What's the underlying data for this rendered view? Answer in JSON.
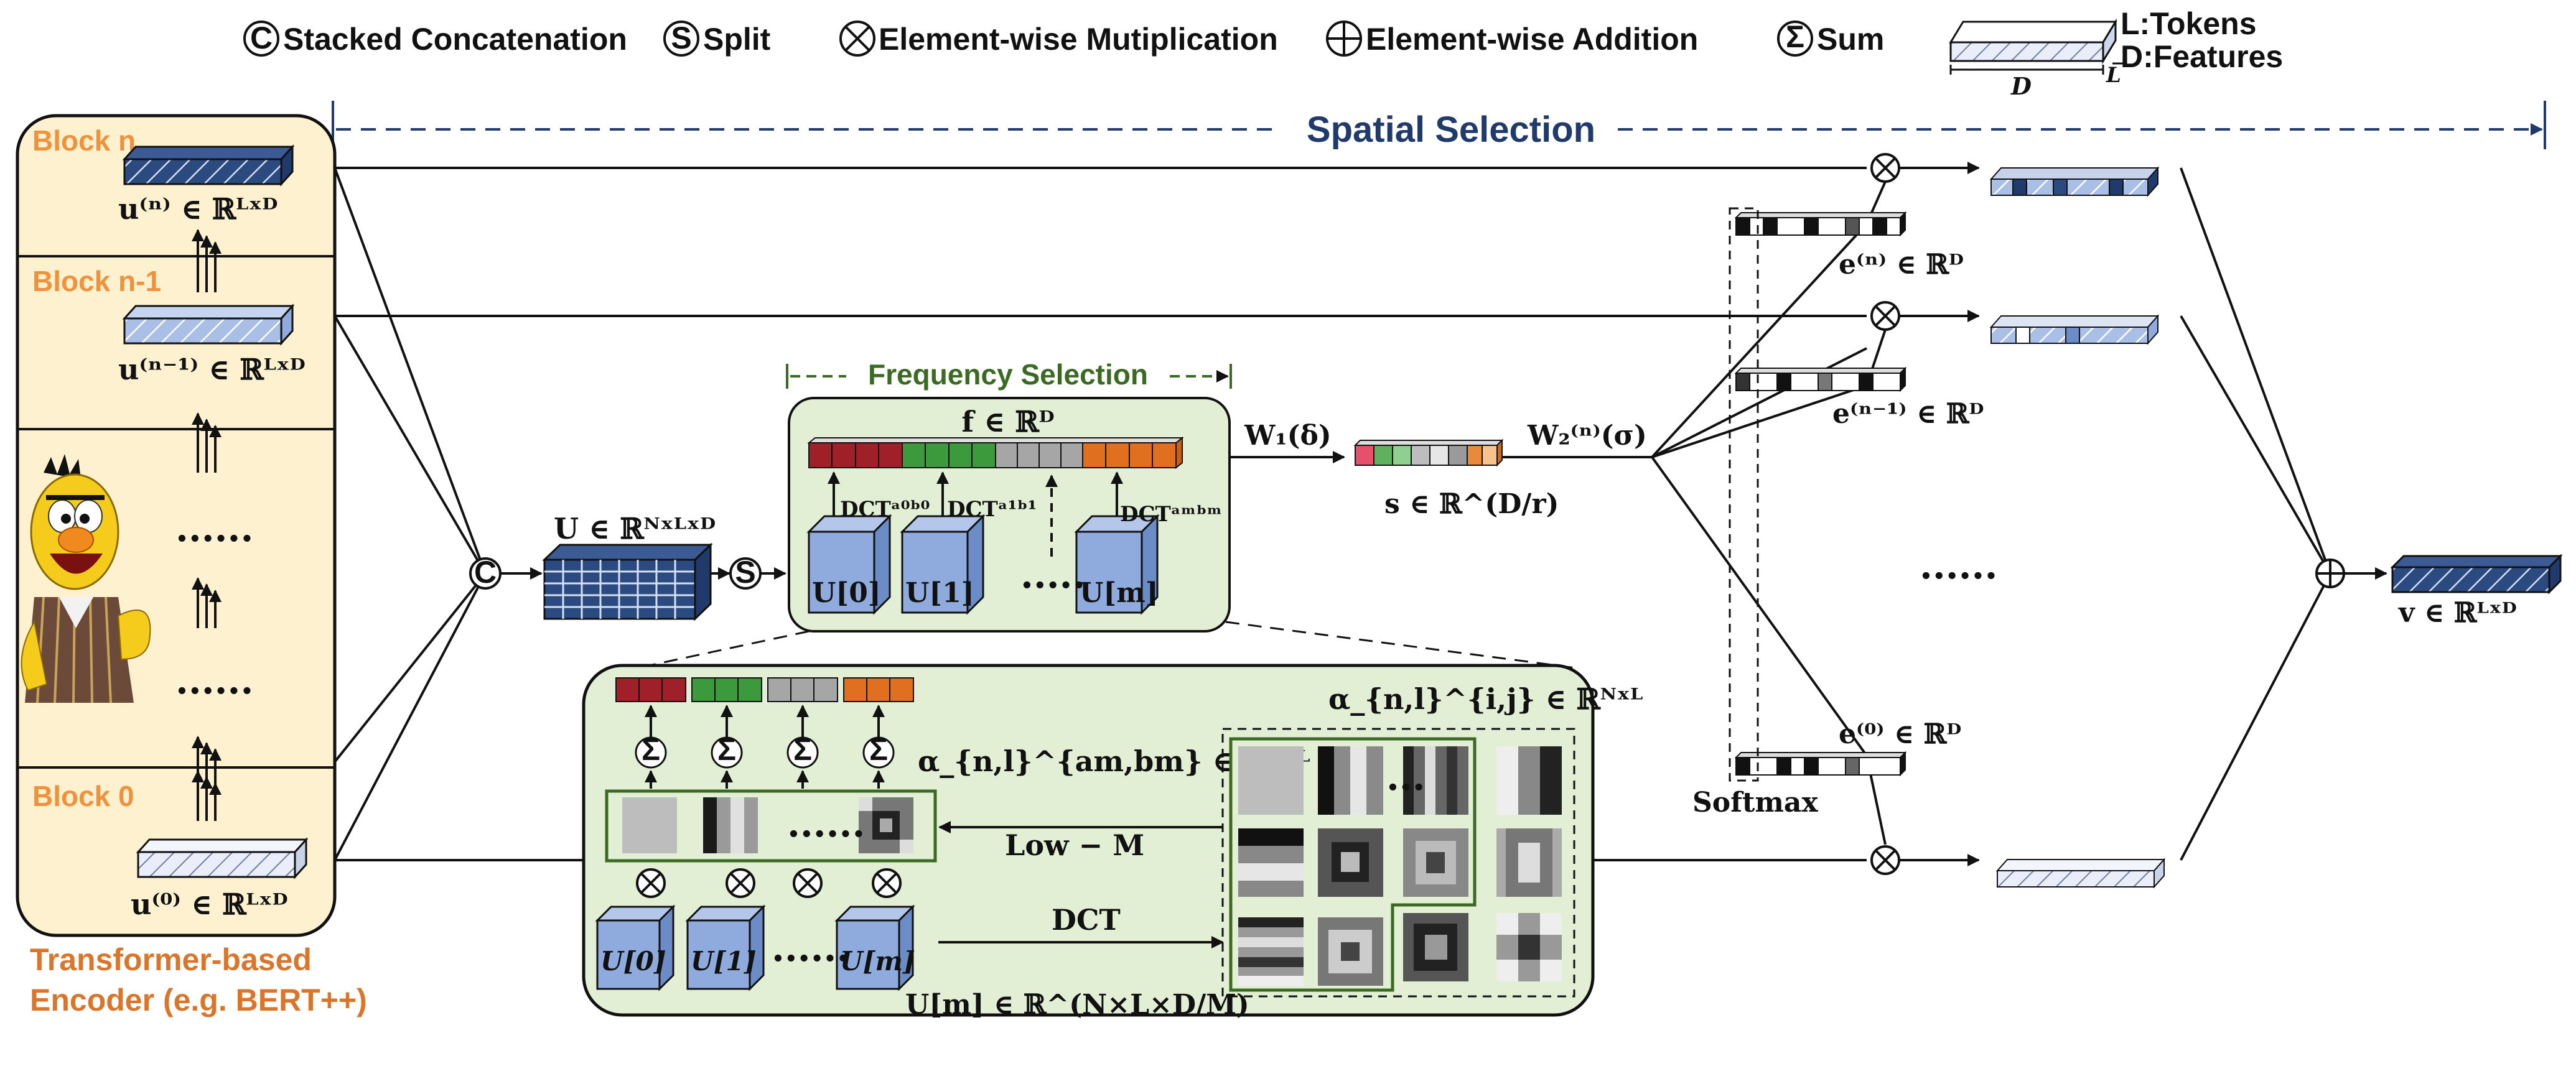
{
  "legend": {
    "concat_sym": "C",
    "concat": "Stacked Concatenation",
    "split_sym": "S",
    "split": "Split",
    "mul": "Element-wise Mutiplication",
    "add": "Element-wise Addition",
    "sum_sym": "Σ",
    "sum": "Sum",
    "tokens": "L:Tokens",
    "features": "D:Features",
    "dim_d": "D",
    "dim_l": "L"
  },
  "encoder": {
    "block_n": "Block n",
    "block_n1": "Block n-1",
    "block_0": "Block 0",
    "u_n": "u⁽ⁿ⁾ ∈ ℝᴸˣᴰ",
    "u_n1": "u⁽ⁿ⁻¹⁾ ∈ ℝᴸˣᴰ",
    "u_0": "u⁽⁰⁾ ∈ ℝᴸˣᴰ",
    "dots": "......",
    "caption_1": "Transformer-based",
    "caption_2": "Encoder (e.g. BERT++)"
  },
  "spatial": {
    "title": "Spatial Selection"
  },
  "frequency": {
    "title": "Frequency Selection",
    "f": "f ∈ ℝᴰ",
    "dct0": "DCTᵃ⁰ᵇ⁰",
    "dct1": "DCTᵃ¹ᵇ¹",
    "dctm": "DCTᵃᵐᵇᵐ",
    "U0": "U[0]",
    "U1": "U[1]",
    "Um": "U[m]",
    "dots": "....."
  },
  "middle": {
    "U": "U ∈ ℝᴺˣᴸˣᴰ",
    "W1": "W₁(δ)",
    "s": "s ∈ ℝ^(D/r)",
    "W2": "W₂⁽ⁿ⁾(σ)"
  },
  "detail": {
    "alpha_top": "α_{n,l}^{i,j} ∈ ℝᴺˣᴸ",
    "alpha_mid": "α_{n,l}^{am,bm} ∈ ℝᴺˣᴸ",
    "lowm": "Low − M",
    "dct": "DCT",
    "Um_dim": "U[m] ∈ ℝ^(N×L×D/M)",
    "U0": "U[0]",
    "U1": "U[1]",
    "Um": "U[m]",
    "dots": "......"
  },
  "right": {
    "e_n": "e⁽ⁿ⁾ ∈ ℝᴰ",
    "e_n1": "e⁽ⁿ⁻¹⁾ ∈ ℝᴰ",
    "e_0": "e⁽⁰⁾ ∈ ℝᴰ",
    "softmax": "Softmax",
    "dots": "......",
    "v": "v ∈ ℝᴸˣᴰ"
  },
  "colors": {
    "encoder_bg": "#fdf1cf",
    "freq_bg": "#e3efd5",
    "cube": "#8faadc",
    "navy": "#1f3a6b",
    "orange": "#f0913c",
    "green_title": "#3b6b22",
    "spatial": "#1f3a6b"
  }
}
